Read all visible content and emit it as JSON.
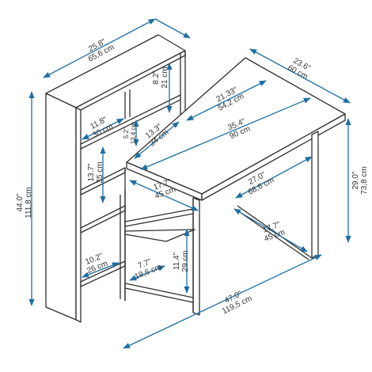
{
  "colors": {
    "outline": "#2f2f2f",
    "dimension": "#1d6fa5",
    "label": "#333333",
    "background": "#ffffff"
  },
  "dimensions": {
    "bookcase_depth": {
      "imperial": "25.8\"",
      "metric": "65,6 cm"
    },
    "bookcase_height": {
      "imperial": "44.0\"",
      "metric": "111,8 cm"
    },
    "top_shelf_height": {
      "imperial": "8.2\"",
      "metric": "21 cm"
    },
    "upper_shelf_width": {
      "imperial": "11.8\"",
      "metric": "30 cm"
    },
    "small_compartment": {
      "imperial": "5.2\"",
      "metric": "13,4 cm"
    },
    "inner_compartment": {
      "imperial": "13.3\"",
      "metric": "34 cm"
    },
    "middle_shelf_height": {
      "imperial": "13.7\"",
      "metric": "35 cm"
    },
    "bottom_shelf_width": {
      "imperial": "10.2\"",
      "metric": "26 cm"
    },
    "side_shelf_width": {
      "imperial": "7.7\"",
      "metric": "19,6 cm"
    },
    "side_shelf_height": {
      "imperial": "11.4\"",
      "metric": "29 cm"
    },
    "desk_depth": {
      "imperial": "23.6\"",
      "metric": "60 cm"
    },
    "desk_back_length": {
      "imperial": "21.33\"",
      "metric": "54,2 cm"
    },
    "desk_length": {
      "imperial": "35.4\"",
      "metric": "90 cm"
    },
    "desk_height": {
      "imperial": "29.0\"",
      "metric": "73,8 cm"
    },
    "desk_front_depth": {
      "imperial": "17.7\"",
      "metric": "45 cm"
    },
    "leg_clearance": {
      "imperial": "27.0\"",
      "metric": "68,6 cm"
    },
    "leg_depth": {
      "imperial": "17.7\"",
      "metric": "45 cm"
    },
    "total_width": {
      "imperial": "47.0\"",
      "metric": "119,5 cm"
    }
  }
}
